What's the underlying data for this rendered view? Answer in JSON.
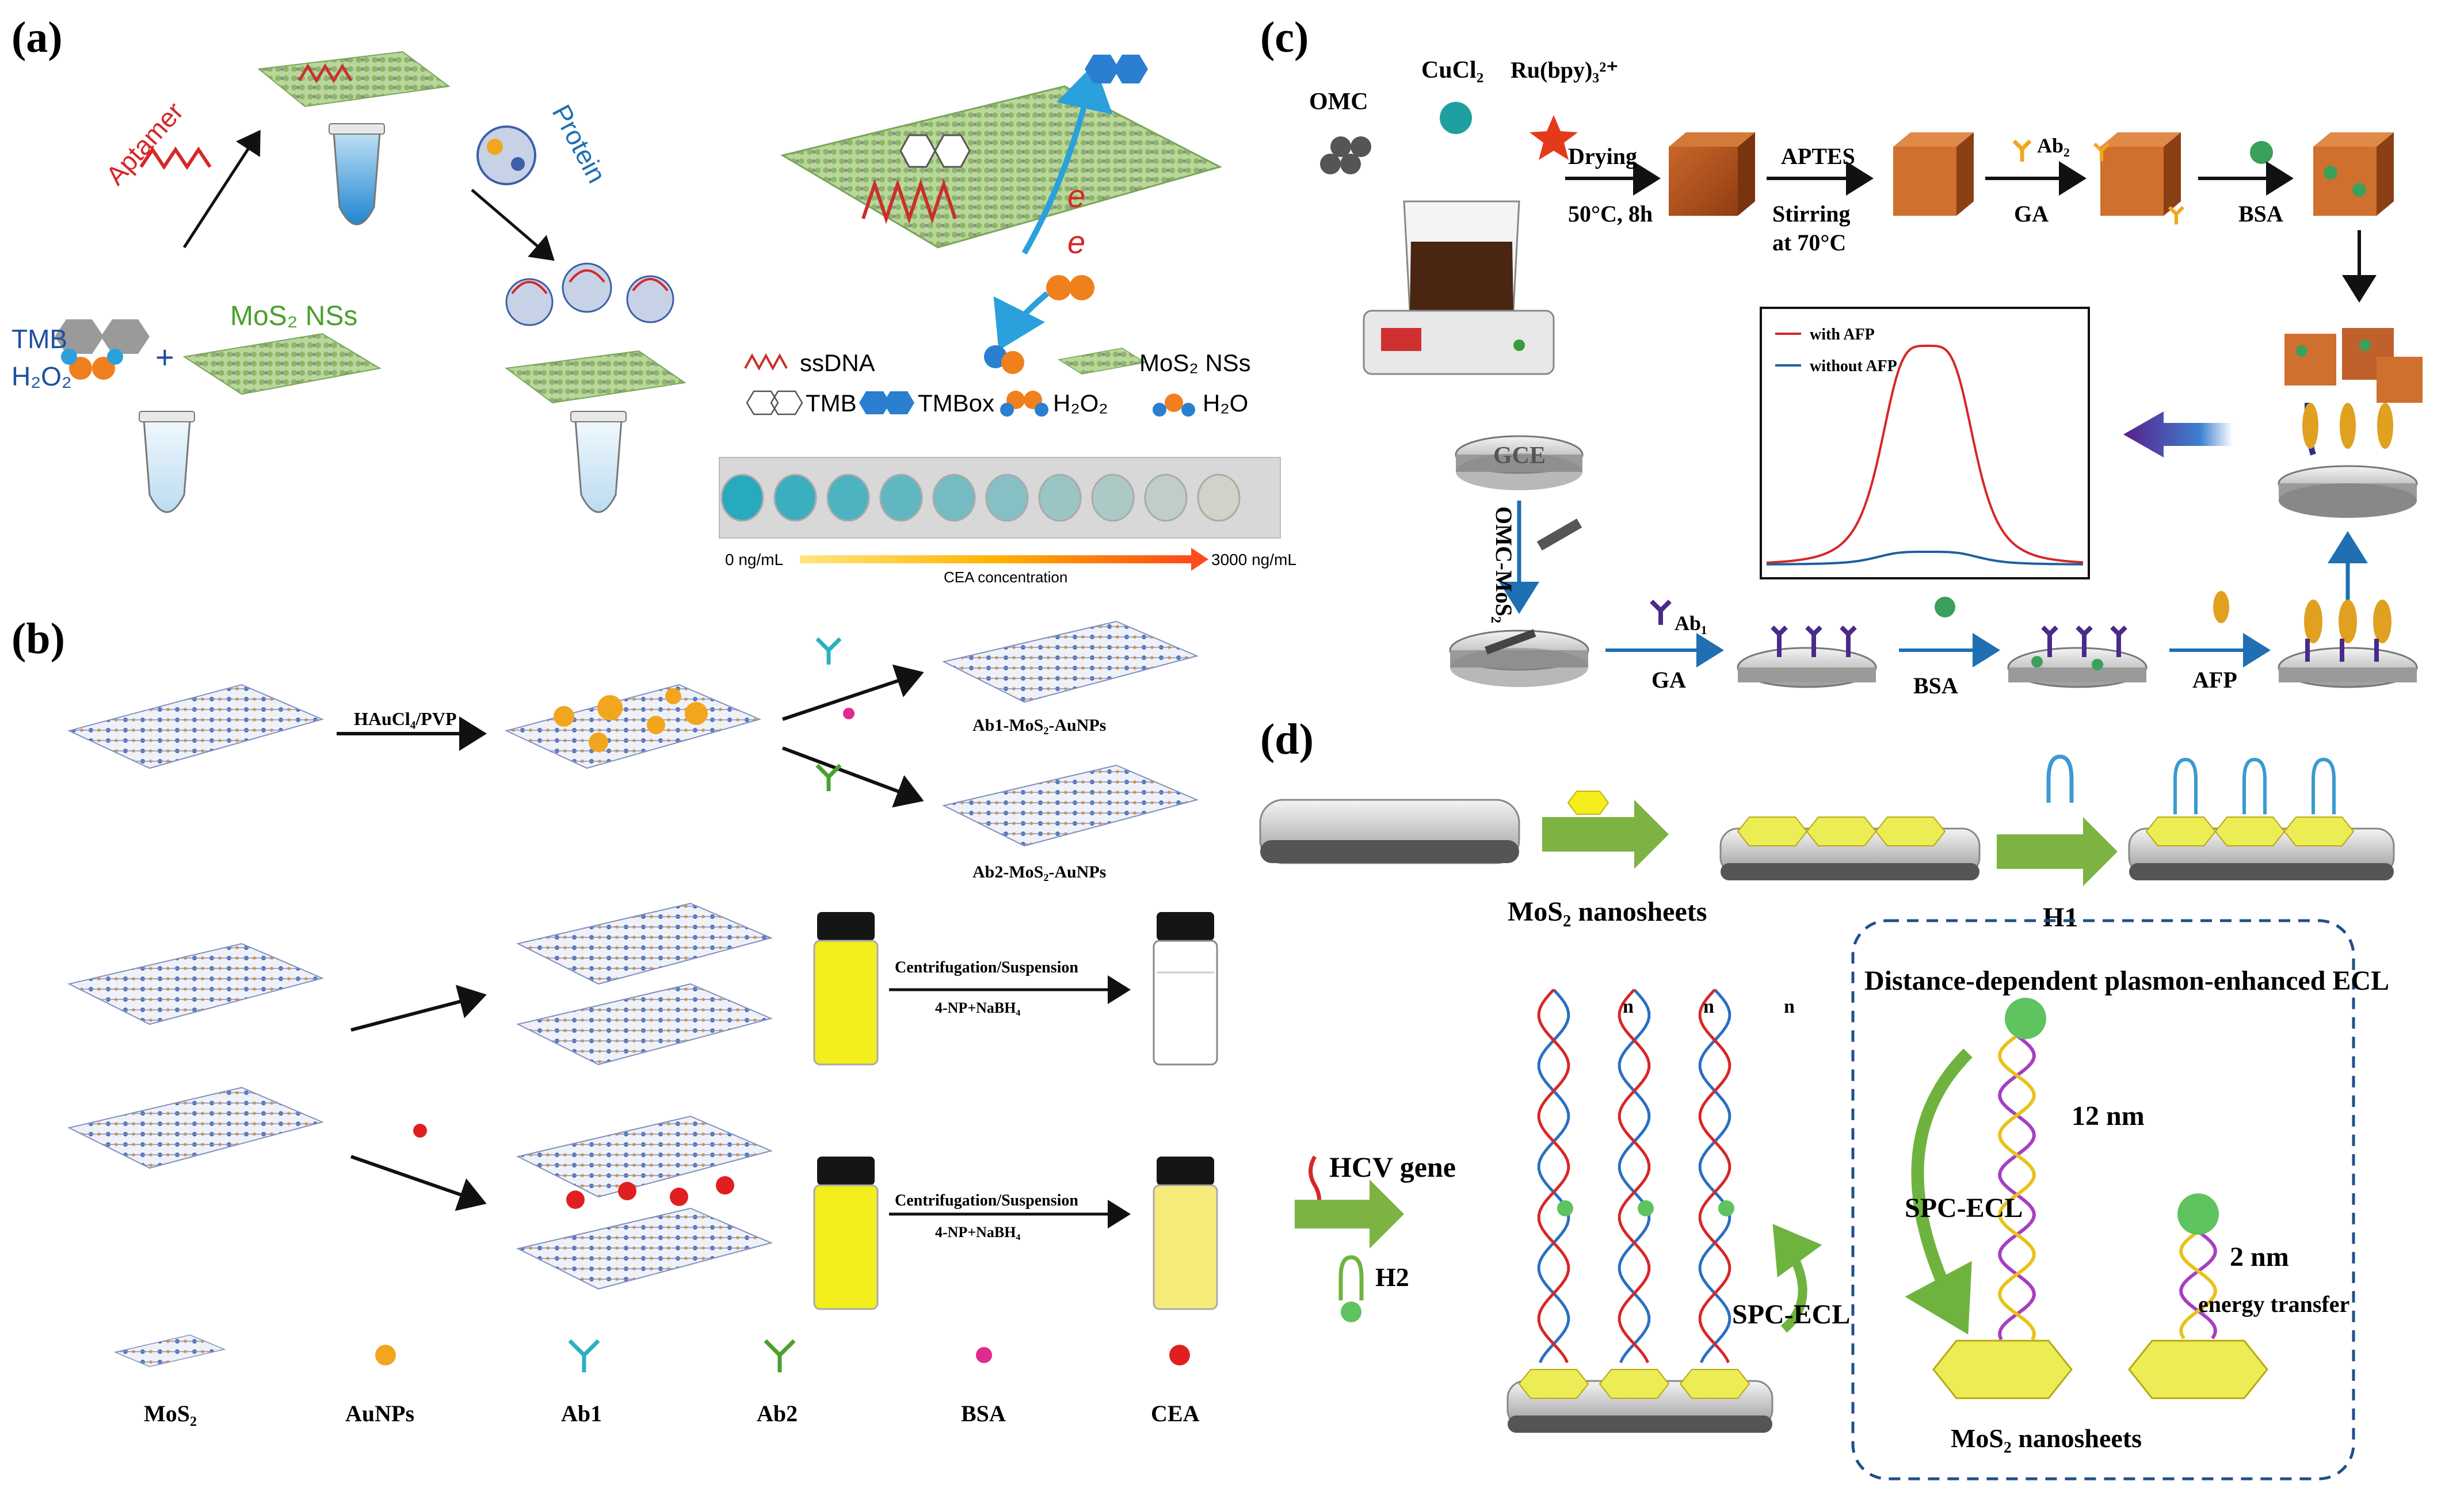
{
  "panels": {
    "a": {
      "label": "(a)",
      "aptamer": "Aptamer",
      "protein": "Protein",
      "mos2_nss": "MoS₂ NSs",
      "tmb": "TMB",
      "h2o2": "H₂O₂",
      "plus": "+",
      "electron": "e",
      "legend": {
        "ssdna": "ssDNA",
        "mos2_nss": "MoS₂ NSs",
        "tmb": "TMB",
        "tmbox": "TMBox",
        "h2o2": "H₂O₂",
        "h2o": "H₂O"
      },
      "scale_min": "0 ng/mL",
      "scale_max": "3000 ng/mL",
      "scale_label": "CEA concentration",
      "vial_count": 10
    },
    "b": {
      "label": "(b)",
      "step1": "HAuCl₄/PVP",
      "product1": "Ab1-MoS₂-AuNPs",
      "product2": "Ab2-MoS₂-AuNPs",
      "centrifugation": "Centrifugation/Suspension",
      "reagent": "4-NP+NaBH₄",
      "legend": {
        "mos2": "MoS₂",
        "aunps": "AuNPs",
        "ab1": "Ab1",
        "ab2": "Ab2",
        "bsa": "BSA",
        "cea": "CEA"
      }
    },
    "c": {
      "label": "(c)",
      "omc": "OMC",
      "cucl2": "CuCl₂",
      "ru": "Ru(bpy)₃²⁺",
      "drying": "Drying",
      "drying_cond": "50°C, 8h",
      "aptes": "APTES",
      "stirring": "Stirring",
      "stirring_temp": "at 70°C",
      "ab2": "Ab₂",
      "ga": "GA",
      "bsa": "BSA",
      "legend_with": "with AFP",
      "legend_without": "without AFP",
      "gce": "GCE",
      "omc_mos2": "OMC-MoS₂",
      "ab1": "Ab₁",
      "ga2": "GA",
      "bsa2": "BSA",
      "afp": "AFP"
    },
    "d": {
      "label": "(d)",
      "mos2_nanosheets": "MoS₂ nanosheets",
      "h1": "H1",
      "hcv_gene": "HCV gene",
      "h2": "H2",
      "n": "n",
      "spc_ecl": "SPC-ECL",
      "title_inset": "Distance-dependent plasmon-enhanced ECL",
      "nm12": "12 nm",
      "spc_ecl2": "SPC-ECL",
      "nm2": "2 nm",
      "energy_transfer": "energy transfer",
      "mos2_nanosheets2": "MoS₂ nanosheets"
    }
  },
  "colors": {
    "mos2_green": "#9cc07a",
    "mos2_grey": "#9a9a9a",
    "gold": "#f2a61e",
    "arrow_blue": "#1f6fb2",
    "arrow_green": "#7cb342",
    "red_curve": "#d62728",
    "blue_curve": "#1f5f9e",
    "yellow_sol": "#f4ee1c",
    "cube_brown": "#b8581f"
  },
  "chart_data": {
    "type": "line",
    "series": [
      {
        "name": "with AFP",
        "color": "#d62728"
      },
      {
        "name": "without AFP",
        "color": "#1f5f9e"
      }
    ]
  }
}
